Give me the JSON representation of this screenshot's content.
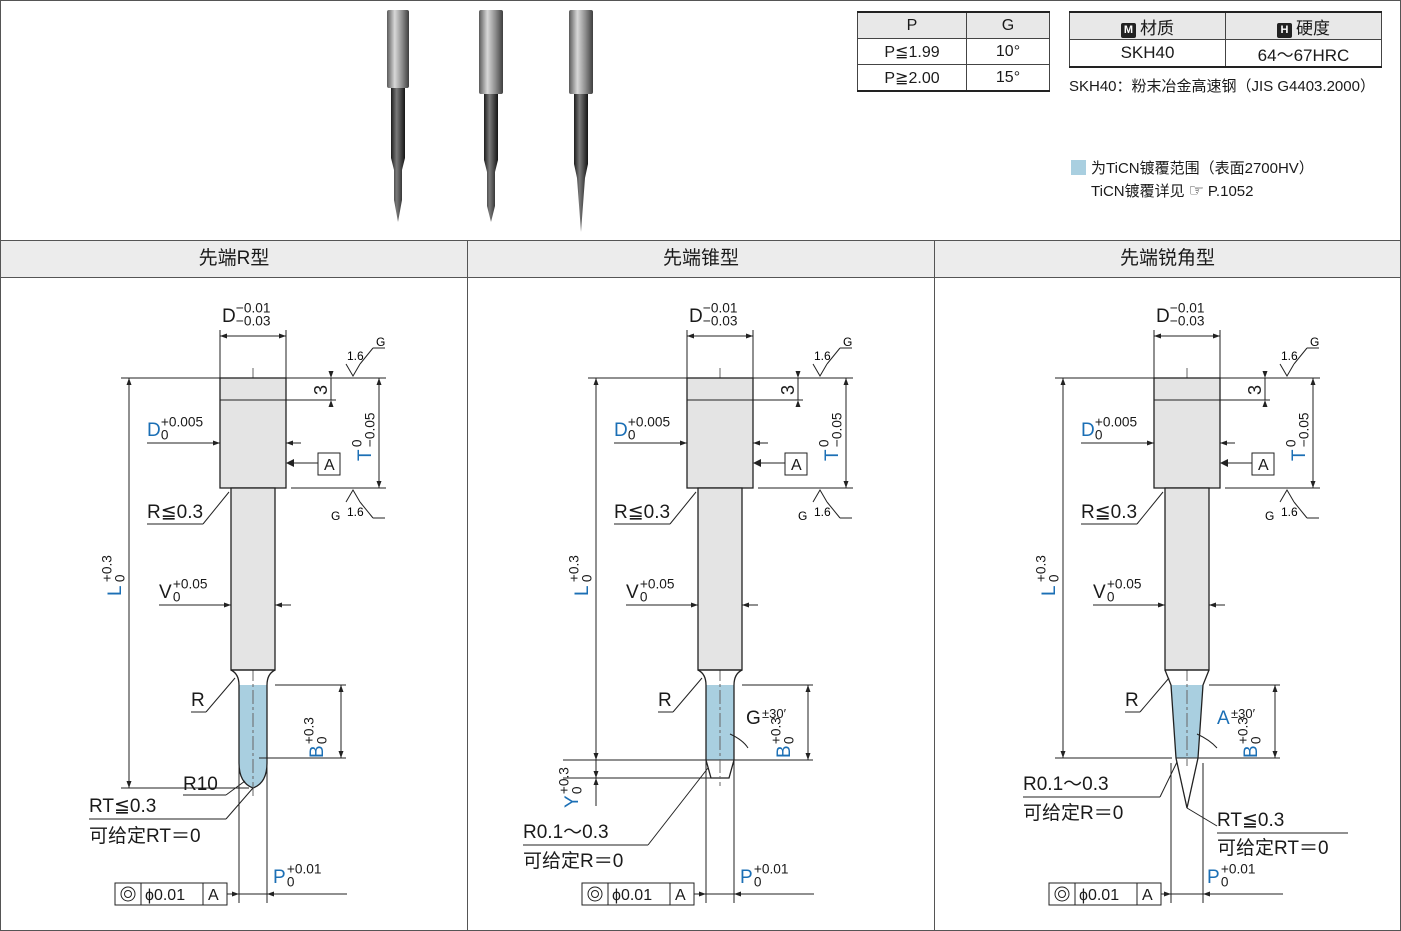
{
  "pitch_table": {
    "headers": [
      "P",
      "G"
    ],
    "rows": [
      [
        "P≦1.99",
        "10°"
      ],
      [
        "P≧2.00",
        "15°"
      ]
    ]
  },
  "material_table": {
    "material_badge": "M",
    "material_label": "材质",
    "hardness_badge": "H",
    "hardness_label": "硬度",
    "material_value": "SKH40",
    "hardness_value": "64～67HRC"
  },
  "material_note": "SKH40：粉末冶金高速钢（JIS G4403.2000）",
  "coating_note_line1": "为TiCN镀覆范围（表面2700HV）",
  "coating_note_line2": "TiCN镀覆详见",
  "coating_ref": "P.1052",
  "colors": {
    "coating": "#a9cfe0",
    "dimension_blue": "#1b6fb5",
    "body": "#e4e4e4"
  },
  "icons": [
    "hand-pointer-icon",
    "concentricity-symbol-icon"
  ],
  "section_headers": [
    "先端R型",
    "先端锥型",
    "先端锐角型"
  ],
  "dims": {
    "d_main": "D",
    "d_tol_upper": "−0.01",
    "d_tol_lower": "−0.03",
    "d_head": "D",
    "d_head_upper": "+0.005",
    "d_head_lower": "0",
    "l_label": "L",
    "l_upper": "+0.3",
    "l_lower": "0",
    "t_label": "T",
    "t_upper": "0",
    "t_lower": "−0.05",
    "three": "3",
    "v_label": "V",
    "v_upper": "+0.05",
    "v_lower": "0",
    "b_label": "B",
    "b_upper": "+0.3",
    "b_lower": "0",
    "p_label": "P",
    "p_upper": "+0.01",
    "p_lower": "0",
    "y_label": "Y",
    "y_upper": "+0.3",
    "y_lower": "0",
    "rough": "1.6",
    "g": "G",
    "datum": "A",
    "r_fillet": "R≦0.3",
    "r": "R",
    "fcf_value": "ϕ0.01",
    "fcf_datum": "A"
  },
  "panel1": {
    "r10": "R10",
    "rt_note": "RT≦0.3",
    "rt_note2": "可给定RT＝0"
  },
  "panel2": {
    "angle": "G",
    "angle_tol": "±30′",
    "r_note": "R0.1～0.3",
    "r_note2": "可给定R＝0"
  },
  "panel3": {
    "angle": "A",
    "angle_tol": "±30′",
    "r_note": "R0.1～0.3",
    "r_note2": "可给定R＝0",
    "rt_note": "RT≦0.3",
    "rt_note2": "可给定RT＝0"
  }
}
